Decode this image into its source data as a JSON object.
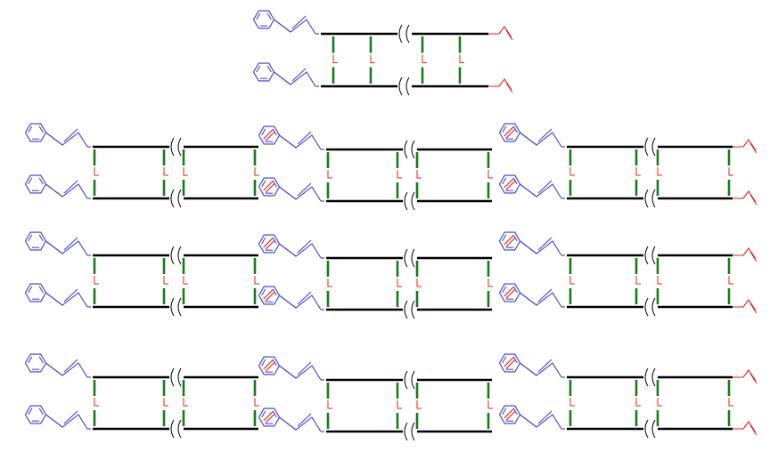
{
  "diagram": {
    "title": "",
    "colors": {
      "backbone": "#000000",
      "crosslink": "#1a7a1a",
      "linker": "#e32020",
      "styryl": "#3a3ad0",
      "vinyl": "#e32020"
    },
    "icons": {
      "phenyl": "benzene-ring-icon",
      "break": "chain-break-icon"
    },
    "top_ladder": {
      "left_cap": "styryl",
      "right_cap": "vinyl",
      "breaks": 1
    },
    "ladders": [
      {
        "row": 1,
        "col": 1,
        "left_cap": "styryl",
        "right_cap": "none"
      },
      {
        "row": 1,
        "col": 2,
        "left_cap": "styryl-red",
        "right_cap": "none"
      },
      {
        "row": 1,
        "col": 3,
        "left_cap": "styryl-red",
        "right_cap": "vinyl"
      },
      {
        "row": 2,
        "col": 1,
        "left_cap": "styryl",
        "right_cap": "none"
      },
      {
        "row": 2,
        "col": 2,
        "left_cap": "styryl-red",
        "right_cap": "none"
      },
      {
        "row": 2,
        "col": 3,
        "left_cap": "styryl-red",
        "right_cap": "vinyl"
      },
      {
        "row": 3,
        "col": 1,
        "left_cap": "styryl",
        "right_cap": "none"
      },
      {
        "row": 3,
        "col": 2,
        "left_cap": "styryl-red",
        "right_cap": "none"
      },
      {
        "row": 3,
        "col": 3,
        "left_cap": "styryl-red",
        "right_cap": "vinyl"
      }
    ]
  }
}
